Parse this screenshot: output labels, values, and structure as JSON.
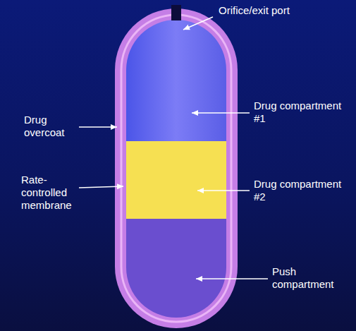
{
  "diagram": {
    "labels": [
      "Orifice/exit port",
      "Drug overcoat",
      "Rate-controlled membrane",
      "Drug compartment #1",
      "Drug compartment #2",
      "Push compartment"
    ]
  }
}
